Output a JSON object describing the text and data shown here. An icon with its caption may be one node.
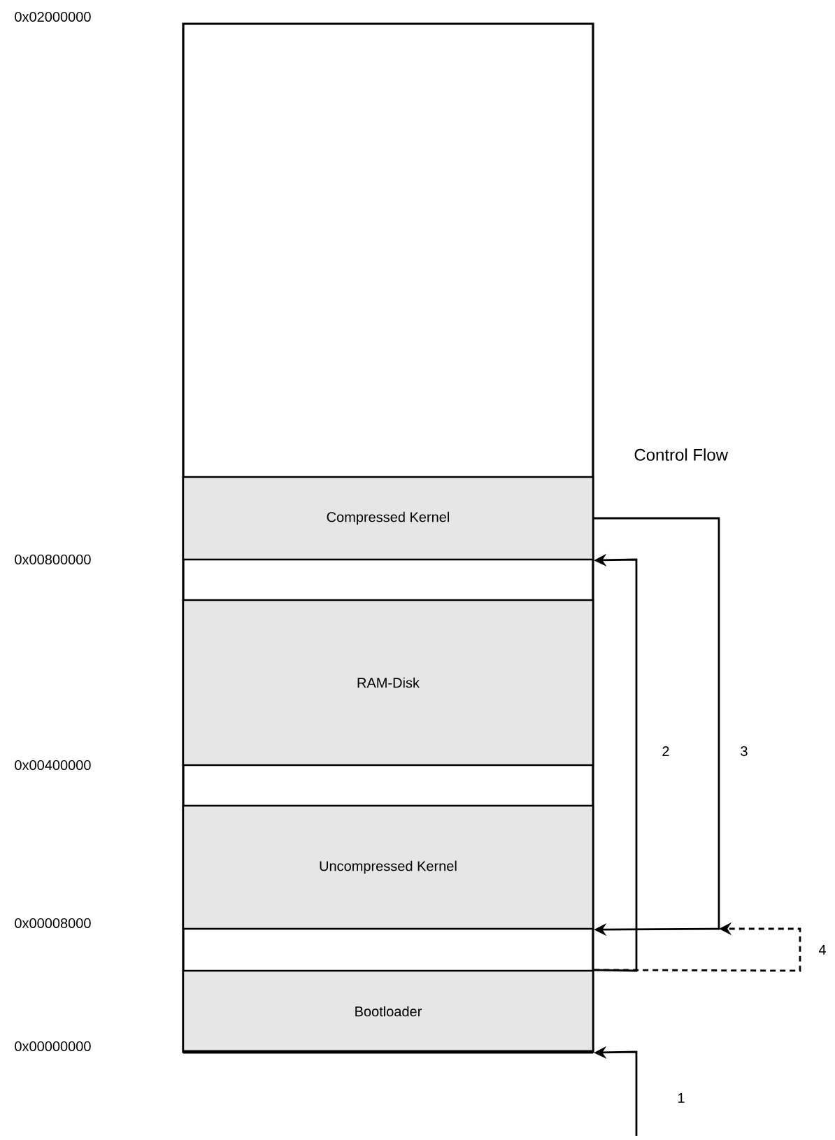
{
  "diagram": {
    "nodes": [
      {
        "text": [],
        "shape": "box"
      },
      {
        "text": [
          "Compressed Kernel"
        ],
        "in": 0
      },
      {
        "text": [
          "RAM-Disk"
        ],
        "in": 0
      },
      {
        "text": [
          "Uncompressed Kernel"
        ],
        "in": 0
      },
      {
        "text": [
          "Bootloader"
        ],
        "in": 0
      }
    ],
    "edges": [
      {
        "from": null,
        "to": 4,
        "arrow": "to",
        "label": "1"
      },
      {
        "from": 4,
        "to": 1,
        "arrow": "to",
        "label": "2"
      },
      {
        "from": 1,
        "to": 3,
        "arrow": "to",
        "label": "3"
      },
      {
        "from": 4,
        "to": null,
        "arrow": "to",
        "label": "4",
        "style": "dashed"
      }
    ],
    "labels": [
      "0x02000000",
      "Control Flow",
      "0x00800000",
      "0x00400000",
      "0x00008000",
      "0x00000000"
    ]
  }
}
